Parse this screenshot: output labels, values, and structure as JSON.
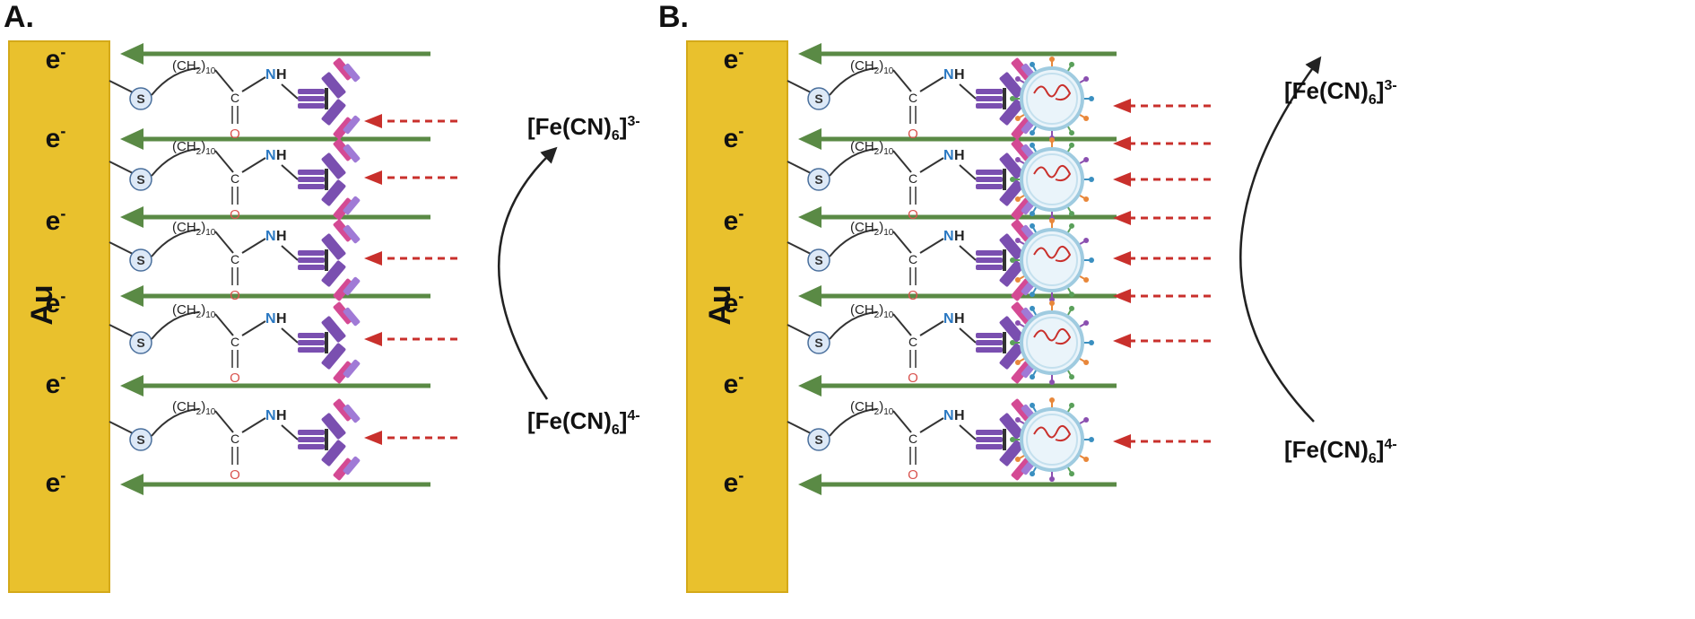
{
  "panels": [
    {
      "id": "A",
      "label": "A.",
      "electrode_label": "Au",
      "electron_label": "e",
      "electron_sup": "-",
      "chain": {
        "s": "S",
        "ch2": "(CH",
        "ch2_sub1": "2",
        "ch2_close": ")",
        "ch2_sub2": "10",
        "c": "C",
        "o": "O",
        "n": "N",
        "h": "H"
      },
      "rows": 5,
      "virus_rows": [],
      "oxidized": {
        "main": "[Fe(CN)",
        "sub": "6",
        "close": "]",
        "sup": "3-"
      },
      "reduced": {
        "main": "[Fe(CN)",
        "sub": "6",
        "close": "]",
        "sup": "4-"
      }
    },
    {
      "id": "B",
      "label": "B.",
      "electrode_label": "Au",
      "electron_label": "e",
      "electron_sup": "-",
      "chain": {
        "s": "S",
        "ch2": "(CH",
        "ch2_sub1": "2",
        "ch2_close": ")",
        "ch2_sub2": "10",
        "c": "C",
        "o": "O",
        "n": "N",
        "h": "H"
      },
      "rows": 5,
      "virus_rows": [
        0,
        1,
        2,
        3,
        4
      ],
      "oxidized": {
        "main": "[Fe(CN)",
        "sub": "6",
        "close": "]",
        "sup": "3-"
      },
      "reduced": {
        "main": "[Fe(CN)",
        "sub": "6",
        "close": "]",
        "sup": "4-"
      }
    }
  ],
  "colors": {
    "gold": "#e9c12d",
    "gold_edge": "#d4a919",
    "green_arrow": "#5a8a45",
    "red_arrow": "#c9302c",
    "antibody_purple": "#7a4fb0",
    "antibody_pink": "#d44a94",
    "antibody_lavender": "#a07ad6",
    "virus_membrane": "#9fcbe0",
    "virus_spike": "#3a8fc0",
    "rna": "#c9302c"
  }
}
